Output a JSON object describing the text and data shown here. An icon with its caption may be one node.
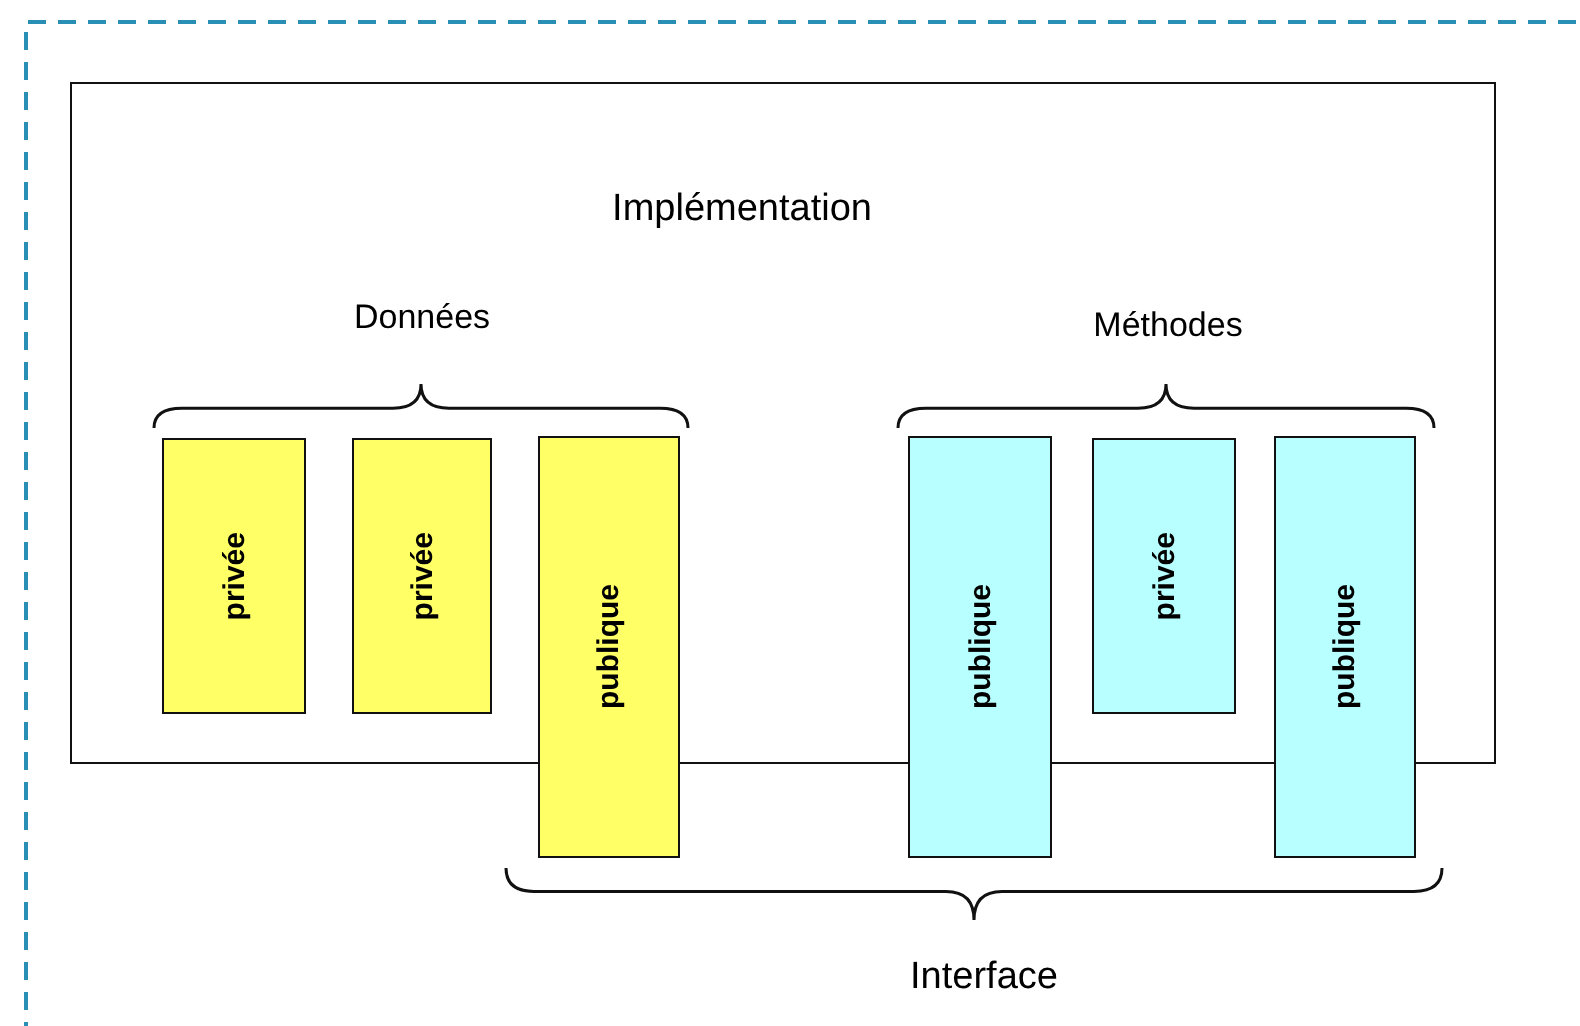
{
  "diagram": {
    "nodes": [
      {
        "text": [
          "Implémentation"
        ]
      },
      {
        "text": [
          "privée"
        ],
        "in": 0
      },
      {
        "text": [
          "privée"
        ],
        "in": 0
      },
      {
        "text": [
          "publique"
        ]
      },
      {
        "text": [
          "publique"
        ]
      },
      {
        "text": [
          "privée"
        ],
        "in": 0
      },
      {
        "text": [
          "publique"
        ]
      }
    ],
    "labels": [
      "Données",
      "Méthodes",
      "Interface"
    ]
  }
}
